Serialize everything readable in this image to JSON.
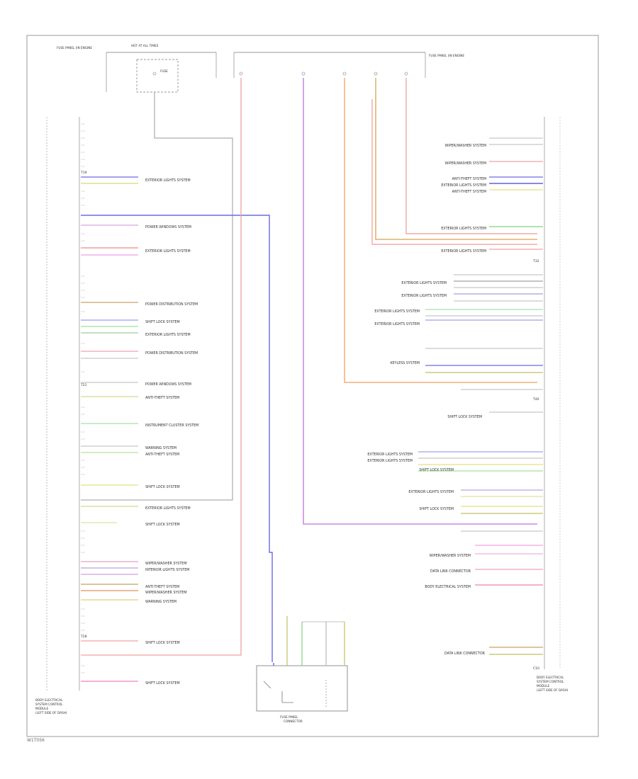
{
  "diagram": {
    "figure_code": "W1T056",
    "top_labels": {
      "left_group": "FUSE PANEL (IN ENGINE",
      "fuse_box": "FUSE",
      "hot_at_all": "HOT AT ALL TIMES"
    },
    "components": {
      "left_module_l1": "BODY ELECTRICAL",
      "left_module_l2": "SYSTEM CONTROL",
      "left_module_l3": "MODULE",
      "left_module_l4": "(LEFT SIDE OF DASH)",
      "right_module_l1": "BODY ELECTRICAL",
      "right_module_l2": "SYSTEM CONTROL",
      "right_module_l3": "MODULE",
      "right_module_l4": "(LEFT SIDE OF DASH)",
      "center_component_l1": "FUSE PANEL",
      "center_component_l2": "CONNECTOR"
    },
    "systems": {
      "exterior_lights": "EXTERIOR LIGHTS SYSTEM",
      "power_windows": "POWER WINDOWS SYSTEM",
      "power_distribution": "POWER DISTRIBUTION SYSTEM",
      "instrument_cluster": "INSTRUMENT CLUSTER SYSTEM",
      "anti_theft": "ANTI-THEFT SYSTEM",
      "warning": "WARNING SYSTEM",
      "shift_lock": "SHIFT LOCK SYSTEM",
      "wiper_washer": "WIPER/WASHER SYSTEM",
      "interior_lights": "INTERIOR LIGHTS SYSTEM",
      "keyless": "KEYLESS SYSTEM",
      "data_link": "DATA LINK CONNECTOR",
      "body_electrical": "BODY ELECTRICAL SYSTEM"
    },
    "connectors": [
      "T19",
      "T21",
      "T28",
      "T32",
      "T40",
      "C10"
    ]
  }
}
